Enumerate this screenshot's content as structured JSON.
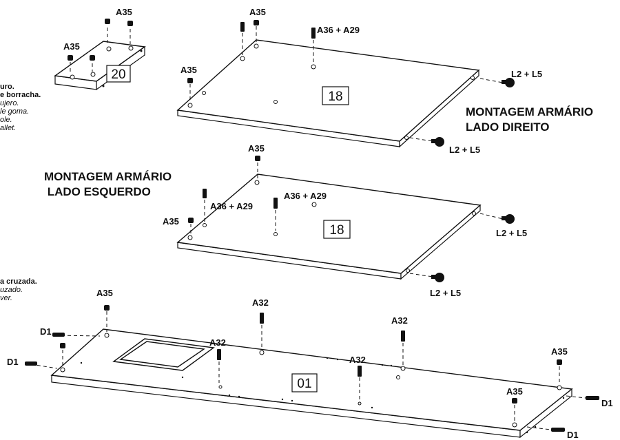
{
  "titles": {
    "right": [
      "MONTAGEM ARMÁRIO",
      "LADO DIREITO"
    ],
    "left": [
      "MONTAGEM ARMÁRIO",
      " LADO ESQUERDO"
    ]
  },
  "notes": {
    "top": [
      "uro.",
      "e borracha.",
      "ujero.",
      "le goma.",
      "ole.",
      "allet."
    ],
    "bottom": [
      "a cruzada.",
      "uzado.",
      "ver."
    ]
  },
  "panels": {
    "p20": "20",
    "p18_top": "18",
    "p18_mid": "18",
    "p01": "01"
  },
  "parts": {
    "a35": "A35",
    "a36a29": "A36 + A29",
    "l2l5": "L2 + L5",
    "a32": "A32",
    "d1": "D1"
  },
  "icons": {
    "pin": "cam-pin-icon",
    "bolt": "cam-lock-icon",
    "dowel": "dowel-icon"
  }
}
